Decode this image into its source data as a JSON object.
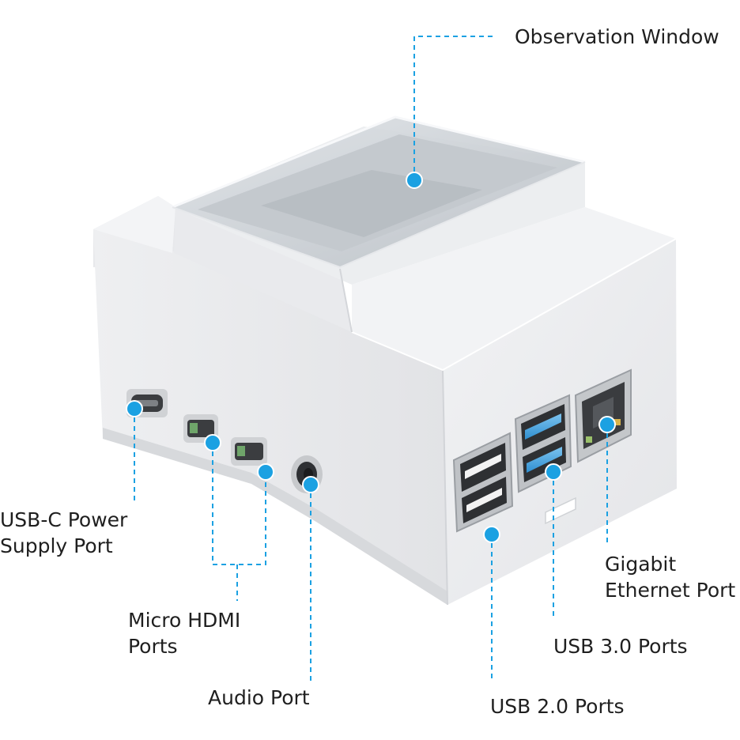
{
  "accent_color": "#1ba1e2",
  "labels": {
    "observation_window": "Observation Window",
    "usb_c_power": {
      "line1": "USB-C Power",
      "line2": "Supply Port"
    },
    "micro_hdmi": {
      "line1": "Micro HDMI",
      "line2": "Ports"
    },
    "audio": "Audio Port",
    "gigabit_ethernet": {
      "line1": "Gigabit",
      "line2": "Ethernet Port"
    },
    "usb3": "USB 3.0 Ports",
    "usb2": "USB 2.0 Ports"
  }
}
